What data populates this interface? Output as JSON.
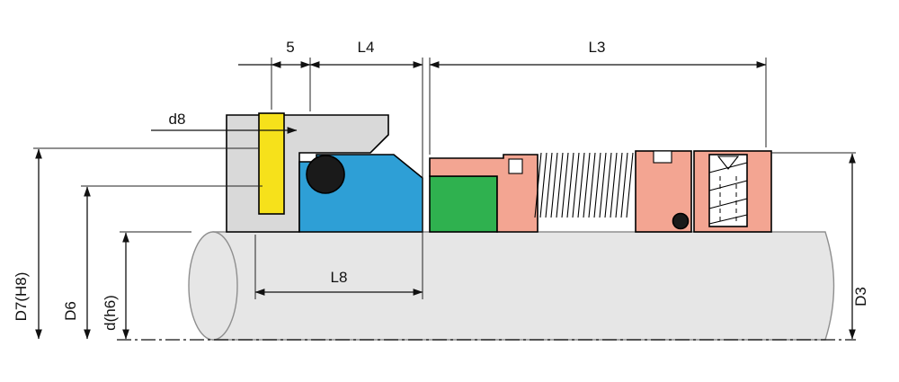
{
  "diagram": {
    "labels": {
      "five": "5",
      "l4": "L4",
      "l3": "L3",
      "d8": "d8",
      "l8": "L8",
      "d7h8": "D7(H8)",
      "d6": "D6",
      "dh6": "d(h6)",
      "d3": "D3"
    },
    "colors": {
      "gland_gray": "#d9d9d9",
      "shaft_gray": "#e6e6e6",
      "gasket_yellow": "#f6e11b",
      "ring_blue": "#2e9fd6",
      "face_green": "#2fb14f",
      "retainer_salmon": "#f3a592",
      "oring_black": "#1a1a1a"
    }
  }
}
